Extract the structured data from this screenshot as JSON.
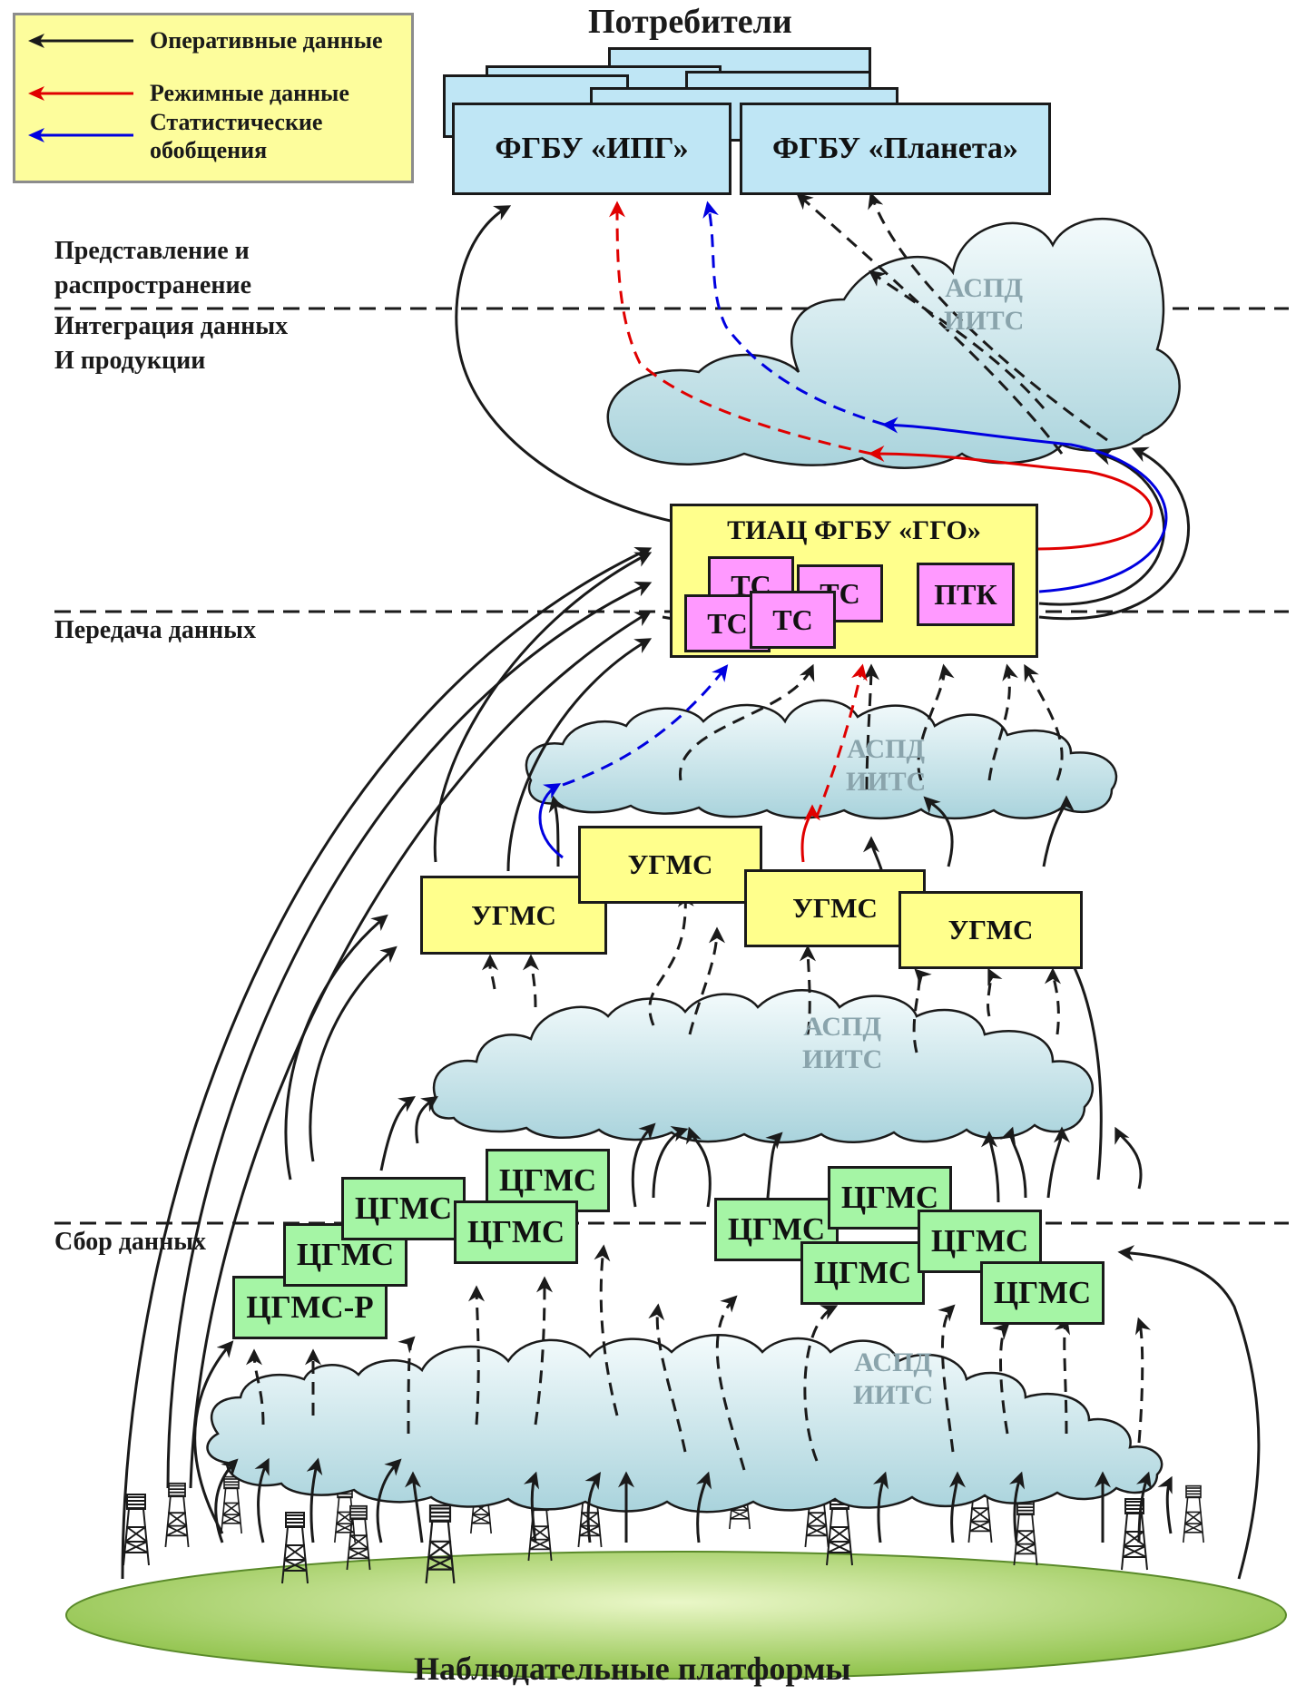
{
  "legend": {
    "items": [
      {
        "label": "Оперативные данные",
        "color": "#1a1a1a"
      },
      {
        "label": "Режимные данные",
        "color": "#e00000"
      },
      {
        "label": "Статистические\nобобщения",
        "color": "#0000e0"
      }
    ]
  },
  "consumers": {
    "title": "Потребители",
    "ipg": "ФГБУ «ИПГ»",
    "planeta": "ФГБУ «Планета»"
  },
  "stages": {
    "presentation": "Представление и\nраспространение",
    "integration": "Интеграция данных\nИ продукции",
    "transmission": "Передача данных",
    "collection": "Сбор данных"
  },
  "tiac": {
    "title": "ТИАЦ ФГБУ «ГГО»",
    "ts": [
      "ТС",
      "ТС",
      "ТС",
      "ТС"
    ],
    "ptk": "ПТК"
  },
  "network": "АСПД\nИИТС",
  "ugms": [
    "УГМС",
    "УГМС",
    "УГМС",
    "УГМС"
  ],
  "cgms": [
    "ЦГМС-Р",
    "ЦГМС",
    "ЦГМС",
    "ЦГМС",
    "ЦГМС",
    "ЦГМС",
    "ЦГМС",
    "ЦГМС",
    "ЦГМС",
    "ЦГМС"
  ],
  "platforms": "Наблюдательные платформы",
  "colors": {
    "operational": "#1a1a1a",
    "regime": "#e00000",
    "statistical": "#0000e0",
    "cloud": "#cfe8ee",
    "consumer": "#bfe6f5",
    "center": "#ffff8c",
    "ts": "#ff99ff",
    "cgms": "#a5f5a5",
    "ground": "#9ccc4a"
  }
}
